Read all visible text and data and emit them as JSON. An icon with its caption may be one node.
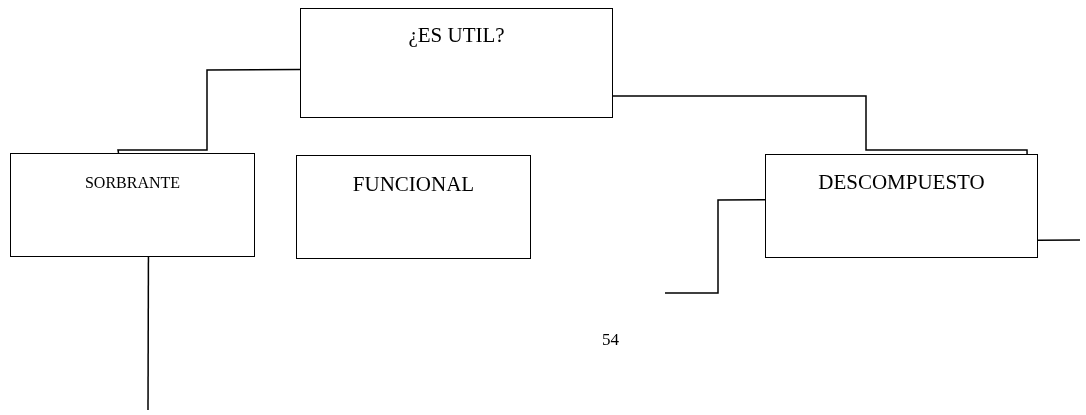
{
  "diagram": {
    "nodes": [
      {
        "text": [
          "¿ES UTIL?"
        ]
      },
      {
        "text": [
          "SORBRANTE"
        ]
      },
      {
        "text": [
          "FUNCIONAL"
        ]
      },
      {
        "text": [
          "DESCOMPUESTO"
        ]
      }
    ],
    "edges": [
      {
        "from": 0,
        "to": 1,
        "arrow": "none"
      },
      {
        "from": 0,
        "to": 3,
        "arrow": "none"
      },
      {
        "from": 3,
        "to": null,
        "arrow": "none"
      },
      {
        "from": 3,
        "to": null,
        "arrow": "none"
      },
      {
        "from": 1,
        "to": null,
        "arrow": "none"
      }
    ],
    "labels": [
      "54"
    ]
  }
}
